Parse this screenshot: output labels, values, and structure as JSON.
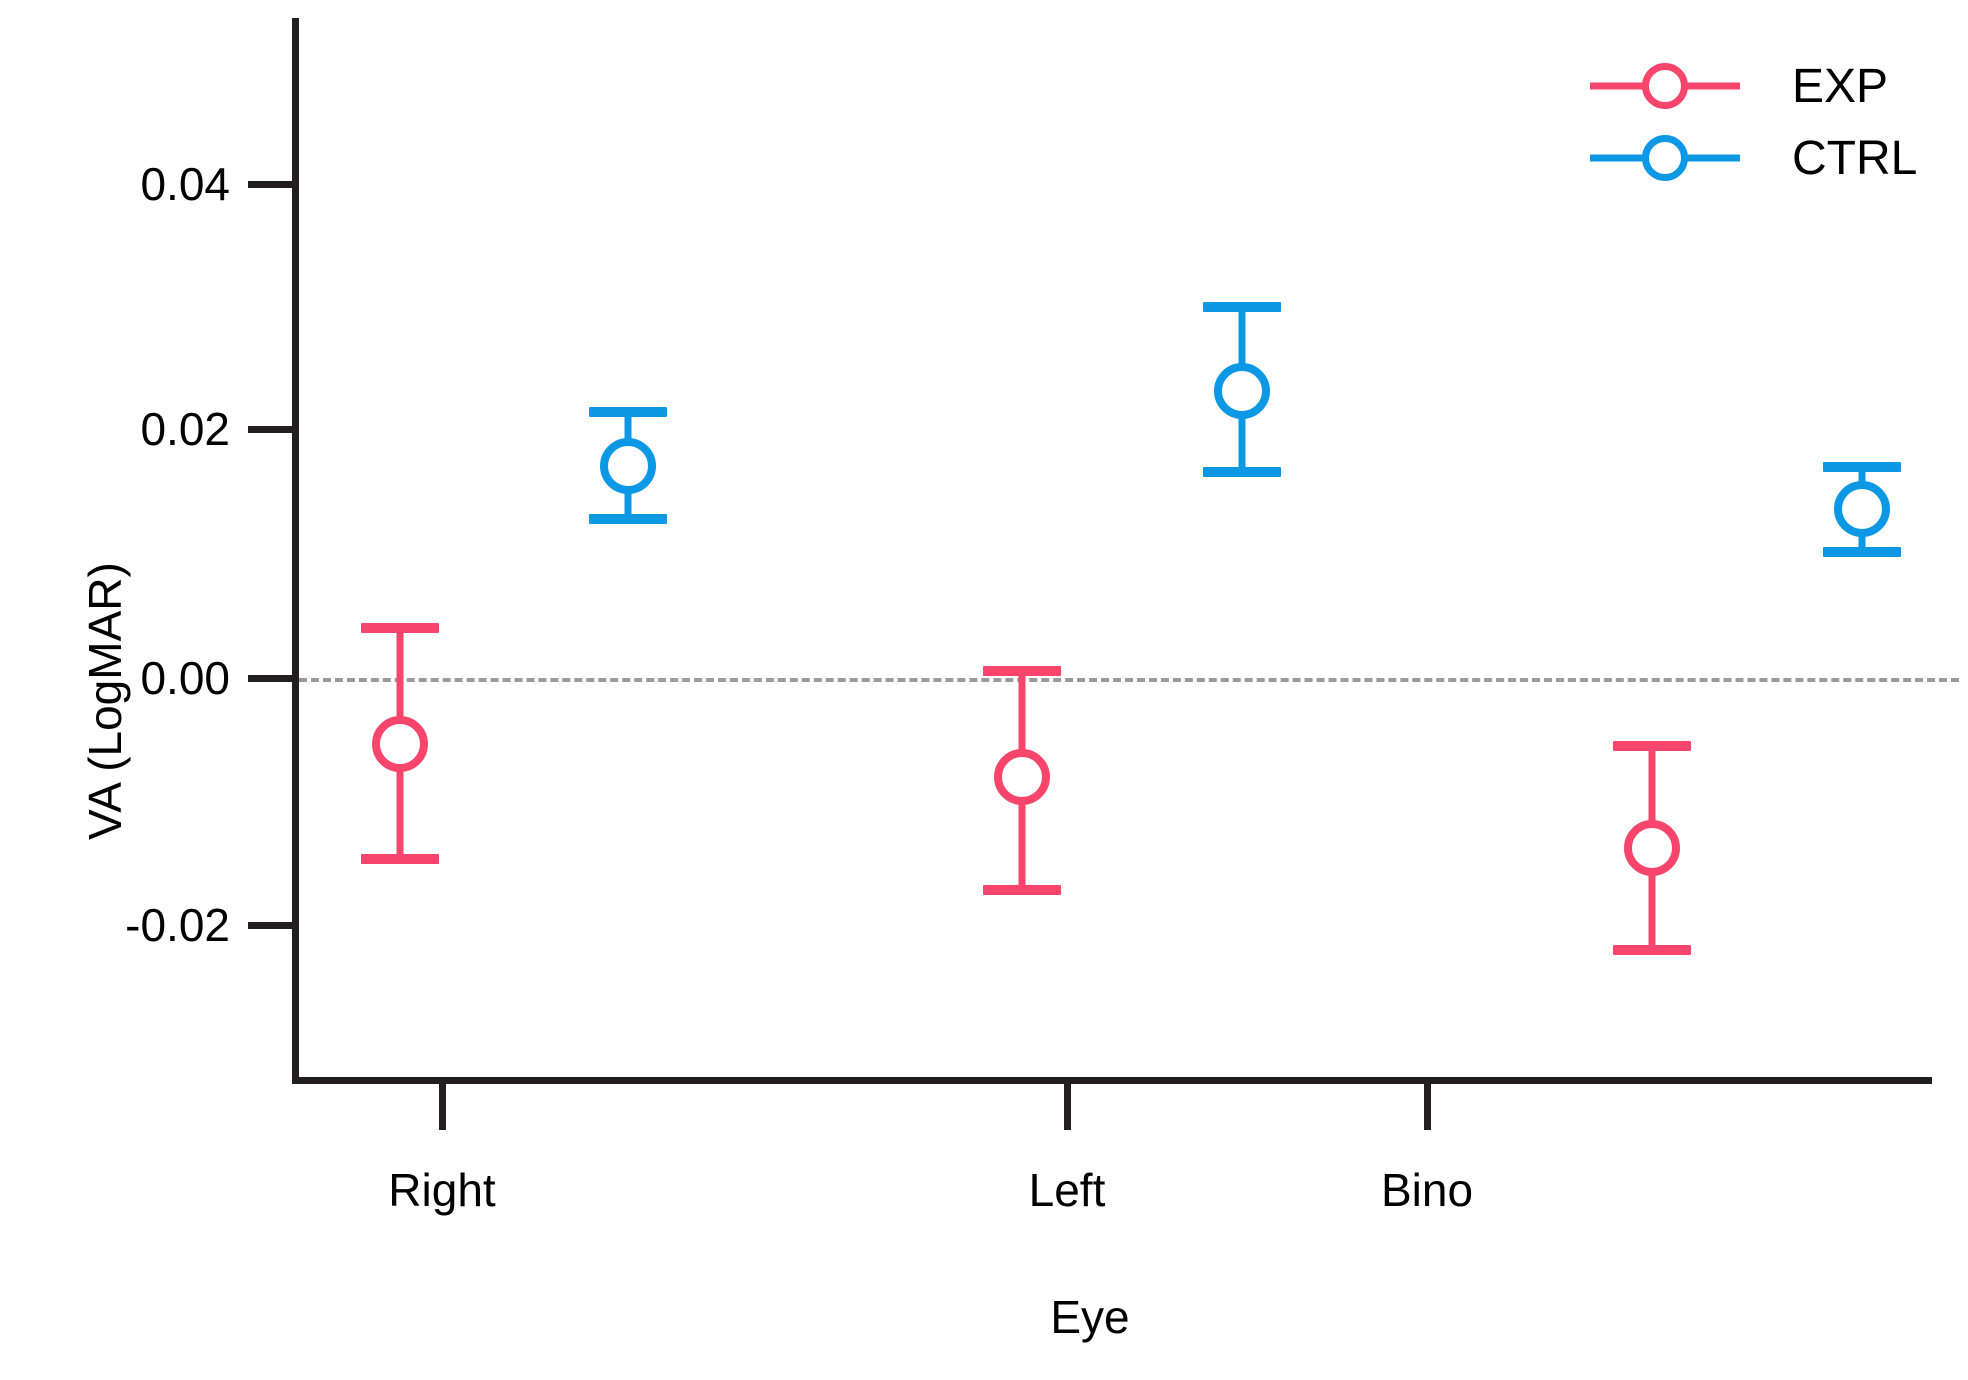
{
  "chart_data": {
    "type": "scatter",
    "title": "",
    "xlabel": "Eye",
    "ylabel": "VA (LogMAR)",
    "categories": [
      "Right",
      "Left",
      "Bino"
    ],
    "ytick_labels": [
      "0.04",
      "0.02",
      "0.00",
      "-0.02"
    ],
    "ytick_values": [
      0.04,
      0.02,
      0.0,
      -0.02
    ],
    "ylim": [
      -0.031,
      0.052
    ],
    "grid": false,
    "reference_line": {
      "value": 0.0,
      "style": "dashed",
      "color": "#9b9b9b"
    },
    "legend_position": "top-right",
    "series": [
      {
        "name": "EXP",
        "color": "#f8456b",
        "marker": "open-circle",
        "values": [
          -0.0053,
          -0.008,
          -0.0137
        ],
        "err_upper": [
          0.0045,
          0.001,
          -0.0051
        ],
        "err_lower": [
          -0.015,
          -0.0175,
          -0.0224
        ]
      },
      {
        "name": "CTRL",
        "color": "#0d98e6",
        "marker": "open-circle",
        "values": [
          0.0172,
          0.0233,
          0.0137
        ],
        "err_upper": [
          0.022,
          0.0305,
          0.0175
        ],
        "err_lower": [
          0.0125,
          0.0163,
          0.0098
        ]
      }
    ]
  },
  "axes": {
    "x_title": "Eye",
    "y_title": "VA (LogMAR)",
    "y_labels": [
      "0.04",
      "0.02",
      "0.00",
      "-0.02"
    ],
    "x_labels": [
      "Right",
      "Left",
      "Bino"
    ]
  },
  "legend": {
    "items": [
      {
        "label": "EXP",
        "color": "#f8456b"
      },
      {
        "label": "CTRL",
        "color": "#0d98e6"
      }
    ]
  },
  "colors": {
    "exp": "#f8456b",
    "ctrl": "#0d98e6",
    "axis": "#231f20",
    "reference": "#9b9b9b",
    "background": "#ffffff"
  }
}
